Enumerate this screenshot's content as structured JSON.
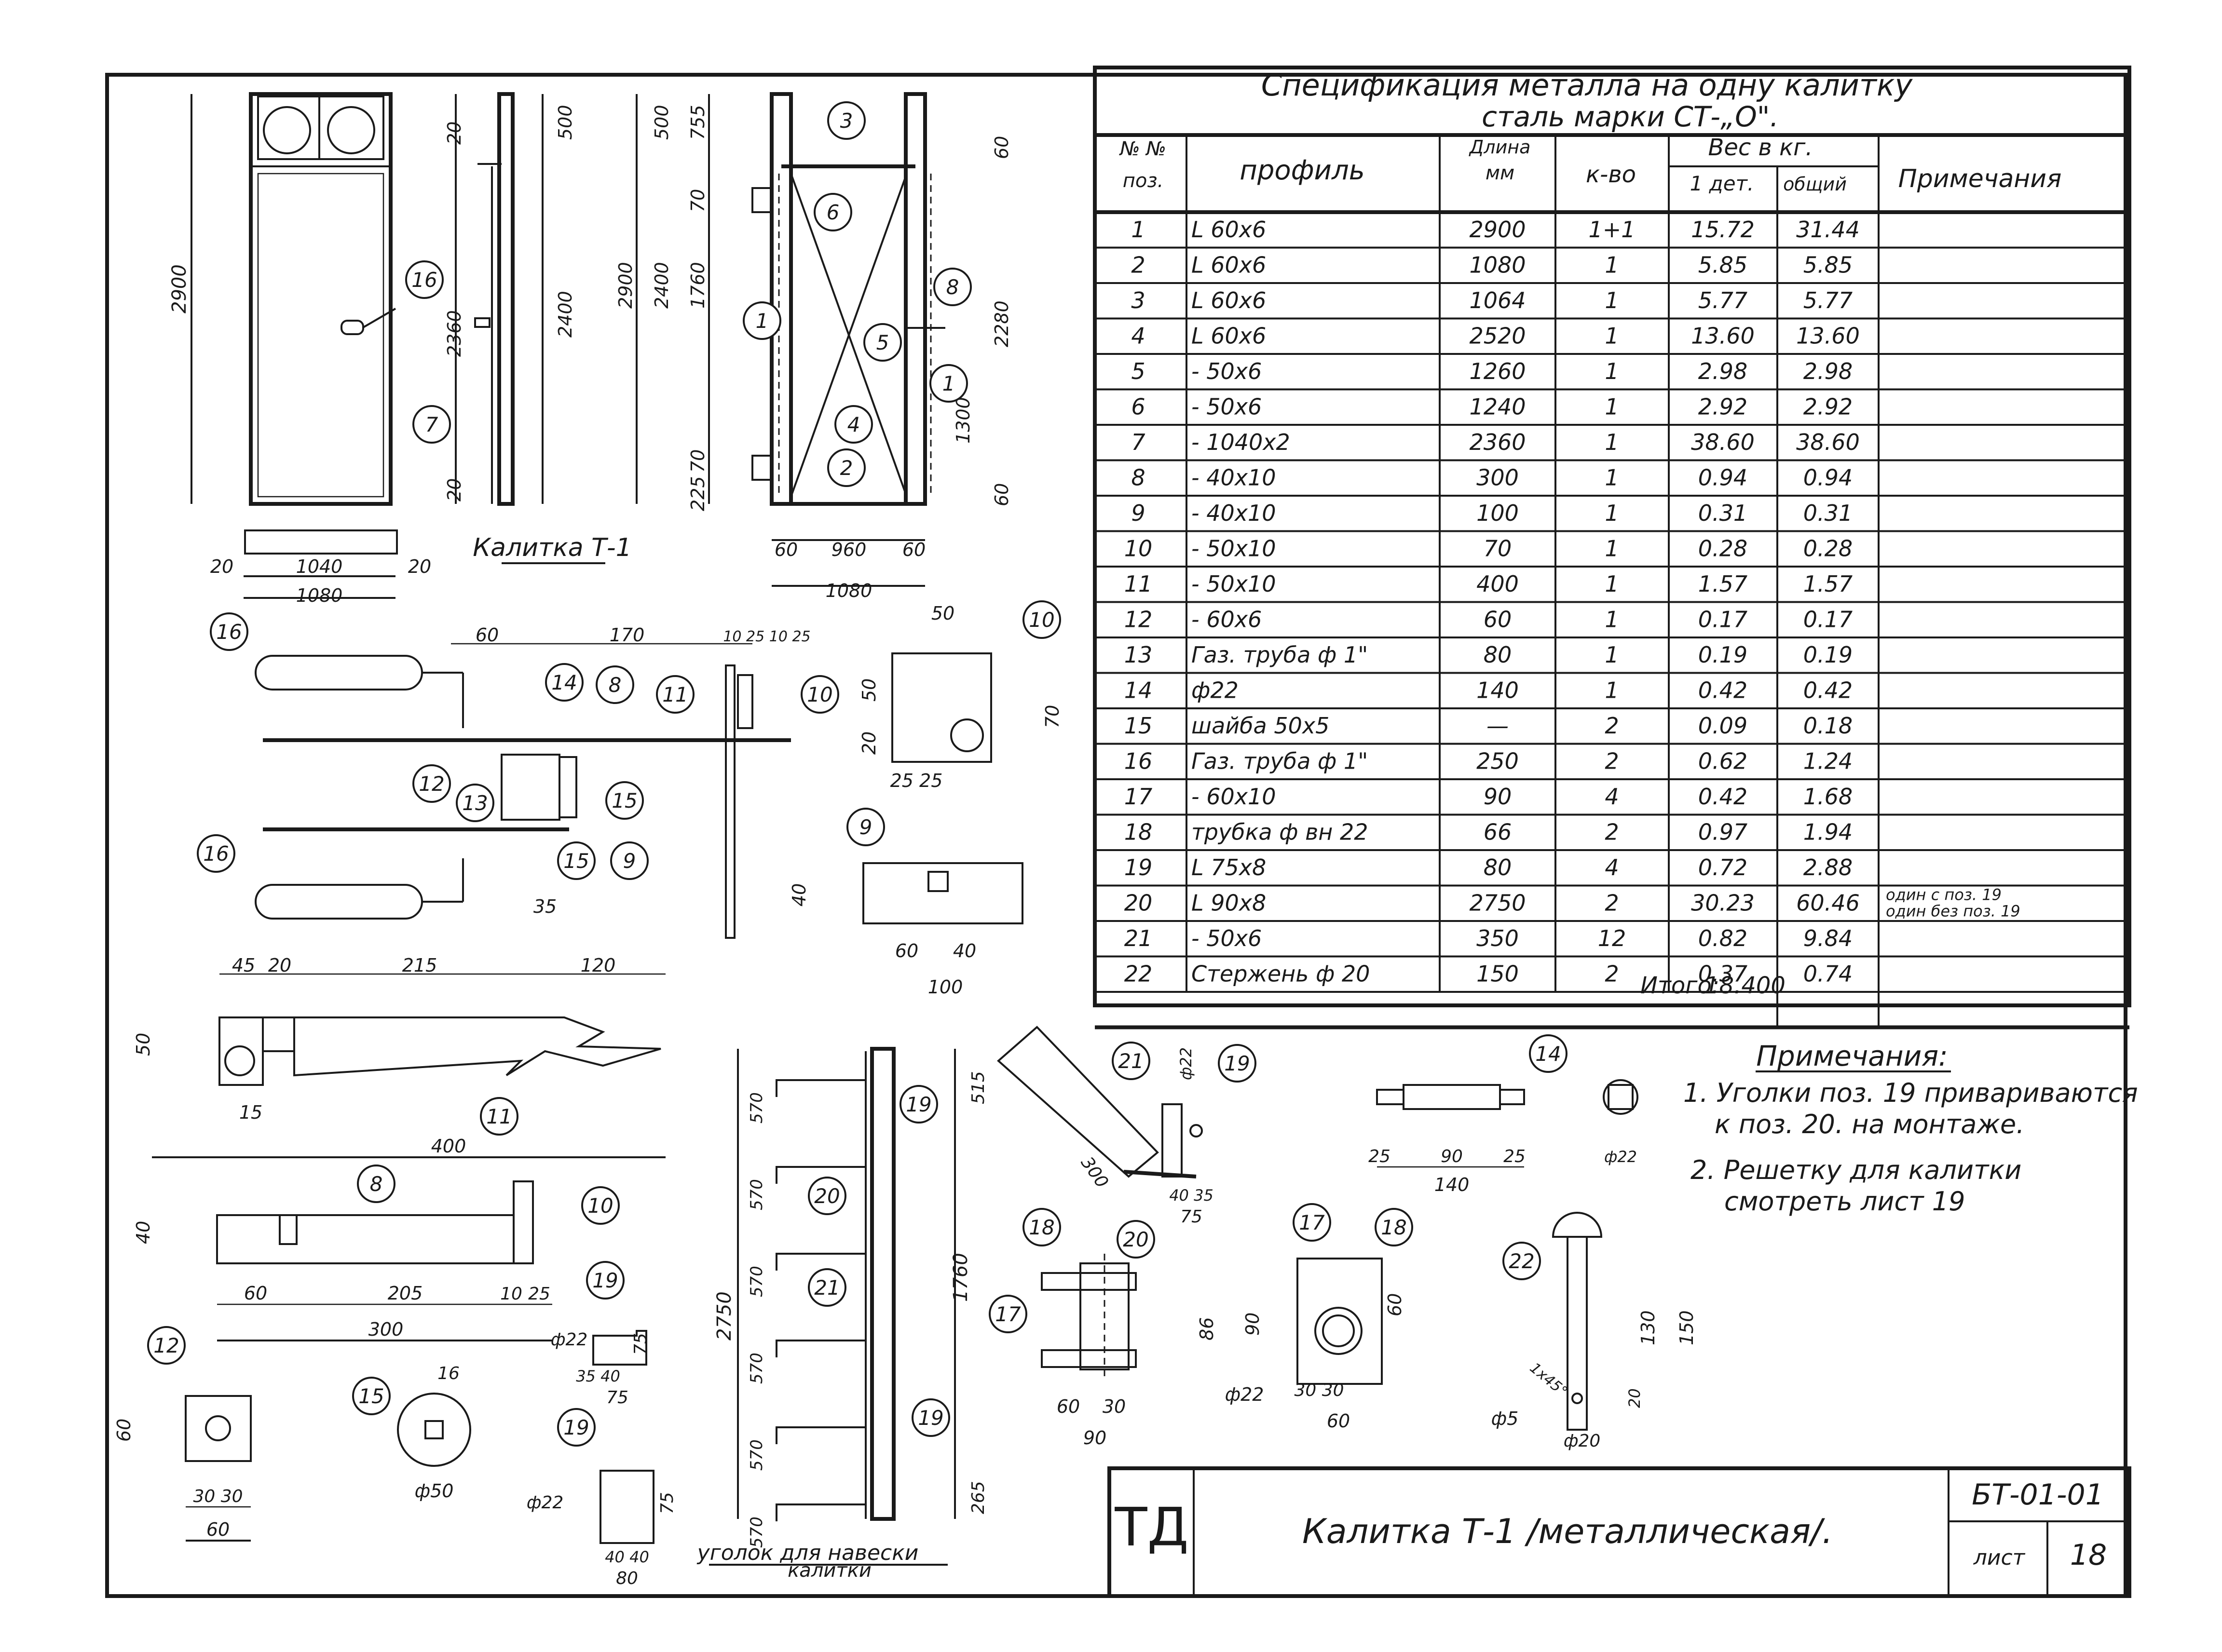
{
  "spec": {
    "title": "Спецификация металла на одну калитку",
    "subtitle": "сталь марки СТ-„О\".",
    "headers": {
      "num": "№ №",
      "pos": "поз.",
      "profile": "профиль",
      "length": "Длина",
      "length_unit": "мм",
      "qty": "к-во",
      "weight": "Вес в кг.",
      "w_one": "1 дет.",
      "w_total": "общий",
      "notes": "Примечания"
    },
    "rows": [
      {
        "pos": "1",
        "profile": "L 60х6",
        "length": "2900",
        "qty": "1+1",
        "w1": "15.72",
        "wt": "31.44",
        "note": ""
      },
      {
        "pos": "2",
        "profile": "L 60х6",
        "length": "1080",
        "qty": "1",
        "w1": "5.85",
        "wt": "5.85",
        "note": ""
      },
      {
        "pos": "3",
        "profile": "L 60х6",
        "length": "1064",
        "qty": "1",
        "w1": "5.77",
        "wt": "5.77",
        "note": ""
      },
      {
        "pos": "4",
        "profile": "L 60х6",
        "length": "2520",
        "qty": "1",
        "w1": "13.60",
        "wt": "13.60",
        "note": ""
      },
      {
        "pos": "5",
        "profile": "- 50х6",
        "length": "1260",
        "qty": "1",
        "w1": "2.98",
        "wt": "2.98",
        "note": ""
      },
      {
        "pos": "6",
        "profile": "- 50х6",
        "length": "1240",
        "qty": "1",
        "w1": "2.92",
        "wt": "2.92",
        "note": ""
      },
      {
        "pos": "7",
        "profile": "- 1040х2",
        "length": "2360",
        "qty": "1",
        "w1": "38.60",
        "wt": "38.60",
        "note": ""
      },
      {
        "pos": "8",
        "profile": "- 40х10",
        "length": "300",
        "qty": "1",
        "w1": "0.94",
        "wt": "0.94",
        "note": ""
      },
      {
        "pos": "9",
        "profile": "- 40х10",
        "length": "100",
        "qty": "1",
        "w1": "0.31",
        "wt": "0.31",
        "note": ""
      },
      {
        "pos": "10",
        "profile": "- 50х10",
        "length": "70",
        "qty": "1",
        "w1": "0.28",
        "wt": "0.28",
        "note": ""
      },
      {
        "pos": "11",
        "profile": "- 50х10",
        "length": "400",
        "qty": "1",
        "w1": "1.57",
        "wt": "1.57",
        "note": ""
      },
      {
        "pos": "12",
        "profile": "- 60х6",
        "length": "60",
        "qty": "1",
        "w1": "0.17",
        "wt": "0.17",
        "note": ""
      },
      {
        "pos": "13",
        "profile": "Газ. труба ф 1\"",
        "length": "80",
        "qty": "1",
        "w1": "0.19",
        "wt": "0.19",
        "note": ""
      },
      {
        "pos": "14",
        "profile": "ф22",
        "length": "140",
        "qty": "1",
        "w1": "0.42",
        "wt": "0.42",
        "note": ""
      },
      {
        "pos": "15",
        "profile": "шайба 50х5",
        "length": "—",
        "qty": "2",
        "w1": "0.09",
        "wt": "0.18",
        "note": ""
      },
      {
        "pos": "16",
        "profile": "Газ. труба ф 1\"",
        "length": "250",
        "qty": "2",
        "w1": "0.62",
        "wt": "1.24",
        "note": ""
      },
      {
        "pos": "17",
        "profile": "- 60х10",
        "length": "90",
        "qty": "4",
        "w1": "0.42",
        "wt": "1.68",
        "note": ""
      },
      {
        "pos": "18",
        "profile": "трубка ф вн 22",
        "length": "66",
        "qty": "2",
        "w1": "0.97",
        "wt": "1.94",
        "note": ""
      },
      {
        "pos": "19",
        "profile": "L 75х8",
        "length": "80",
        "qty": "4",
        "w1": "0.72",
        "wt": "2.88",
        "note": ""
      },
      {
        "pos": "20",
        "profile": "L 90х8",
        "length": "2750",
        "qty": "2",
        "w1": "30.23",
        "wt": "60.46",
        "note": "один с поз. 19 / один без поз. 19"
      },
      {
        "pos": "21",
        "profile": "- 50х6",
        "length": "350",
        "qty": "12",
        "w1": "0.82",
        "wt": "9.84",
        "note": ""
      },
      {
        "pos": "22",
        "profile": "Стержень ф 20",
        "length": "150",
        "qty": "2",
        "w1": "0.37",
        "wt": "0.74",
        "note": ""
      }
    ],
    "total_label": "Итого:",
    "total_value": "18.400"
  },
  "notes": {
    "title": "Примечания:",
    "items": [
      "1. Уголки поз. 19 привариваются",
      "к поз. 20. на монтаже.",
      "2. Решетку для калитки",
      "смотреть лист 19"
    ]
  },
  "views": {
    "gate_caption": "Калитка Т-1",
    "angle_caption_1": "уголок для навески",
    "angle_caption_2": "калитки"
  },
  "titleblock": {
    "logo": "ТД",
    "name": "Калитка Т-1 /металлическая/.",
    "code": "БТ-01-01",
    "sheet_label": "лист",
    "sheet_no": "18"
  }
}
